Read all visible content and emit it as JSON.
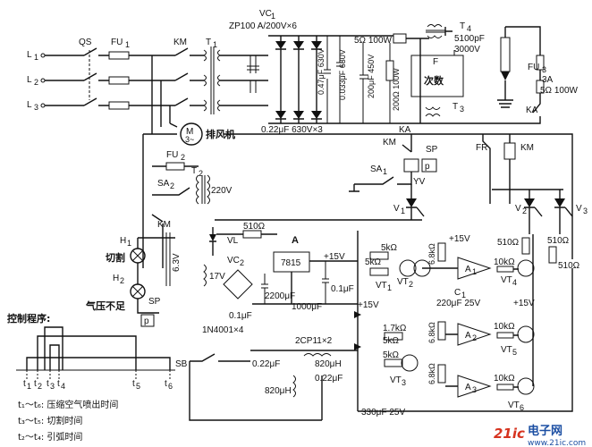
{
  "mains": {
    "l1": "L",
    "l1_sub": "1",
    "l2": "L",
    "l2_sub": "2",
    "l3": "L",
    "l3_sub": "3",
    "qs": "QS",
    "fu1": "FU",
    "fu1_sub": "1"
  },
  "contactor": {
    "km": "KM",
    "t1": "T",
    "t1_sub": "1"
  },
  "rectifier": {
    "vc1": "VC",
    "vc1_sub": "1",
    "vc1_spec": "ZP100 A/200V×6",
    "cap_top": "0.47μF 630V",
    "cap_bottom": "0.22μF 630V×3",
    "cap_mid": "0.033μF 630V"
  },
  "fan": {
    "motor": "M",
    "motor_sub": "3~",
    "label": "排风机"
  },
  "hv": {
    "r1": "5Ω 100W",
    "c1": "200μF 450V",
    "r2": "200Ω 100W",
    "t4": "T",
    "t4_sub": "4",
    "c2": "5100pF",
    "c2b": "3000V",
    "f": "F",
    "f_label": "次数",
    "t3": "T",
    "t3_sub": "3"
  },
  "torch": {
    "fu3": "FU",
    "fu3_sub": "3",
    "fu3_rating": "3A",
    "r": "5Ω 100W",
    "ka": "KA"
  },
  "relay_ctrl": {
    "ka": "KA",
    "km": "KM",
    "sp": "SP",
    "fr": "FR",
    "km2": "KM",
    "sa1": "SA",
    "sa1_sub": "1",
    "yv": "YV",
    "p": "p",
    "v1": "V",
    "v1_sub": "1",
    "v2": "V",
    "v2_sub": "2",
    "v3": "V",
    "v3_sub": "3"
  },
  "aux": {
    "fu2": "FU",
    "fu2_sub": "2",
    "t2": "T",
    "t2_sub": "2",
    "sa2": "SA",
    "sa2_sub": "2",
    "v220": "220V",
    "km": "KM",
    "h1": "H",
    "h1_sub": "1",
    "h1_label": "切割",
    "h2": "H",
    "h2_sub": "2",
    "h2_label": "气压不足",
    "v63": "6.3V",
    "sp": "SP",
    "p": "p"
  },
  "supply": {
    "vl": "VL",
    "r510": "510Ω",
    "reg_a": "A",
    "reg": "7815",
    "v15": "+15V",
    "vc2": "VC",
    "vc2_sub": "2",
    "v17": "17V",
    "c2200": "2200μF",
    "c1000": "1000μF",
    "c01a": "0.1μF",
    "c01b": "0.1μF",
    "diode": "1N4001×4"
  },
  "amps": {
    "r5k_1": "5kΩ",
    "r5k_2": "5kΩ",
    "vt1": "VT",
    "vt1_sub": "1",
    "vt2": "VT",
    "vt2_sub": "2",
    "r68k_1": "6.8kΩ",
    "v15_1": "+15V",
    "r510_a": "510Ω",
    "r510_b": "510Ω",
    "r510_c": "510Ω",
    "a1": "A",
    "a1_sub": "1",
    "r10k_1": "10kΩ",
    "vt4": "VT",
    "vt4_sub": "4",
    "c1": "C",
    "c1_sub": "1",
    "c1_val": "220μF 25V",
    "v15_2": "+15V",
    "v15_3": "+15V",
    "r17k": "1.7kΩ",
    "r5k_3": "5kΩ",
    "r68k_2": "6.8kΩ",
    "a2": "A",
    "a2_sub": "2",
    "r10k_2": "10kΩ",
    "vt5": "VT",
    "vt5_sub": "5",
    "r5k_4": "5kΩ",
    "vt3": "VT",
    "vt3_sub": "3",
    "r68k_3": "6.8kΩ",
    "a3": "A",
    "a3_sub": "3",
    "r10k_3": "10kΩ",
    "vt6": "VT",
    "vt6_sub": "6",
    "c330": "330μF 25V"
  },
  "hf": {
    "diodes": "2CP11×2",
    "sb": "SB",
    "c022a": "0.22μF",
    "l820a": "820μH",
    "l820b": "820μH",
    "c022b": "0.22μF"
  },
  "timing": {
    "title": "控制程序:",
    "t1": "t",
    "t1_sub": "1",
    "t2": "t",
    "t2_sub": "2",
    "t3": "t",
    "t3_sub": "3",
    "t4": "t",
    "t4_sub": "4",
    "t5": "t",
    "t5_sub": "5",
    "t6": "t",
    "t6_sub": "6",
    "leg1": "t₁～t₆: 压缩空气喷出时间",
    "leg2": "t₃～t₅: 切割时间",
    "leg3": "t₂～t₄: 引弧时间"
  },
  "watermark": {
    "brand": "21ic",
    "cn": "电子网",
    "url": "www.21ic.com"
  }
}
